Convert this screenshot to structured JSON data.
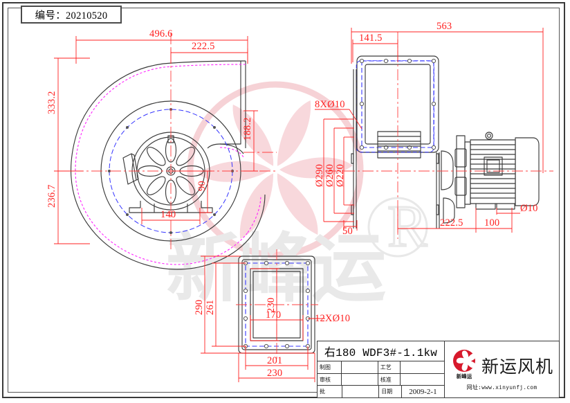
{
  "sheet": {
    "code_label": "编号：20210520"
  },
  "front_view": {
    "dims": [
      {
        "id": "overall_width",
        "value": "496.6"
      },
      {
        "id": "outlet_offset",
        "value": "222.5"
      },
      {
        "id": "height_above_axis",
        "value": "333.2"
      },
      {
        "id": "outlet_height",
        "value": "188.2"
      },
      {
        "id": "height_below_axis",
        "value": "236.7"
      },
      {
        "id": "foot_span",
        "value": "140"
      },
      {
        "id": "foot_height",
        "value": "90"
      }
    ]
  },
  "side_view": {
    "dims": [
      {
        "id": "overall_length",
        "value": "563"
      },
      {
        "id": "inlet_width",
        "value": "141.5"
      },
      {
        "id": "bolt_pattern",
        "value": "8XØ10"
      },
      {
        "id": "flange_od",
        "value": "Ø290"
      },
      {
        "id": "bolt_circle",
        "value": "Ø260"
      },
      {
        "id": "inlet_bore",
        "value": "Ø220"
      },
      {
        "id": "flange_thk",
        "value": "50"
      },
      {
        "id": "motor_base_a",
        "value": "222.5"
      },
      {
        "id": "motor_base_b",
        "value": "100"
      },
      {
        "id": "motor_hole",
        "value": "Ø10"
      }
    ]
  },
  "outlet_view": {
    "dims": [
      {
        "id": "flange_height",
        "value": "290"
      },
      {
        "id": "bolt_height",
        "value": "261"
      },
      {
        "id": "opening_height",
        "value": "230"
      },
      {
        "id": "opening_width",
        "value": "170"
      },
      {
        "id": "bolt_width",
        "value": "201"
      },
      {
        "id": "flange_width",
        "value": "230"
      },
      {
        "id": "bolt_pattern",
        "value": "12XØ10"
      }
    ]
  },
  "title_block": {
    "drawing_title": "右180 WDF3#-1.1kw",
    "rows": [
      {
        "label": "制图",
        "value": "",
        "label2": "工艺",
        "value2": ""
      },
      {
        "label": "审核",
        "value": "",
        "label2": "核准",
        "value2": ""
      }
    ],
    "bottom_row": {
      "label": "批",
      "value": "",
      "label2": "日期",
      "date": "2009-2-1"
    },
    "company": "新运风机",
    "logo_sub": "新峰运",
    "website": "网址:www.xinyunfj.com"
  },
  "colors": {
    "dimension": "#ff2020",
    "outline": "#3a3a3a",
    "hidden_blue": "#3434ff",
    "overlay_magenta": "#ff22ff",
    "watermark": "#f6d2d6",
    "logo_red": "#d7192c"
  },
  "watermark": {
    "mark": "R",
    "brand": "新峰运"
  }
}
